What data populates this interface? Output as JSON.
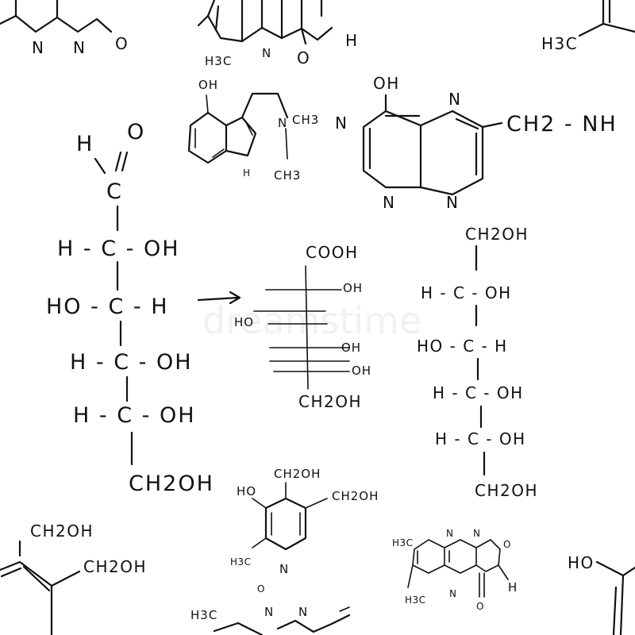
{
  "watermark": "dreamstime",
  "glucose_chain": {
    "top_h": "H",
    "top_o": "O",
    "c1": "C",
    "row2": "H - C - OH",
    "row3": "HO - C - H",
    "row4": "H - C - OH",
    "row5": "H - C - OH",
    "bottom": "CH2OH"
  },
  "fischer": {
    "top": "COOH",
    "r1": "OH",
    "r2": "HO",
    "r3": "OH",
    "r4": "OH",
    "bottom": "CH2OH"
  },
  "sorbitol_chain": {
    "top": "CH2OH",
    "row1": "H - C - OH",
    "row2": "HO - C - H",
    "row3": "H - C - OH",
    "row4": "H - C - OH",
    "bottom": "CH2OH"
  },
  "psilocin": {
    "oh": "OH",
    "n": "N",
    "ch3_right": "CH3",
    "ch3_down": "CH3",
    "h": "H"
  },
  "naphthyridine": {
    "oh": "OH",
    "n_top": "N",
    "n_left": "N",
    "n_bottom_left": "N",
    "n_bottom": "N",
    "side": "CH2 - NH"
  },
  "pyridoxine": {
    "ch2oh_top": "CH2OH",
    "ho": "HO",
    "ch2oh_right": "CH2OH",
    "h3c": "H3C",
    "n": "N"
  },
  "flavin_small": {
    "h3c_top": "H3C",
    "h3c_bottom": "H3C",
    "n1": "N",
    "n2": "N",
    "o1": "O",
    "o2": "O",
    "h": "H"
  },
  "top_tricyclic": {
    "h3c": "H3C",
    "n": "N",
    "o": "O",
    "h": "H"
  },
  "top_left": {
    "n1": "N",
    "n2": "N",
    "o": "O"
  },
  "top_right": {
    "h3c": "H3C"
  },
  "bottom_left": {
    "ch2oh_top": "CH2OH",
    "ch2oh_right": "CH2OH"
  },
  "bottom_mid": {
    "o": "O",
    "n1": "N",
    "n2": "N",
    "h3c": "H3C"
  },
  "bottom_right": {
    "ho": "HO"
  }
}
